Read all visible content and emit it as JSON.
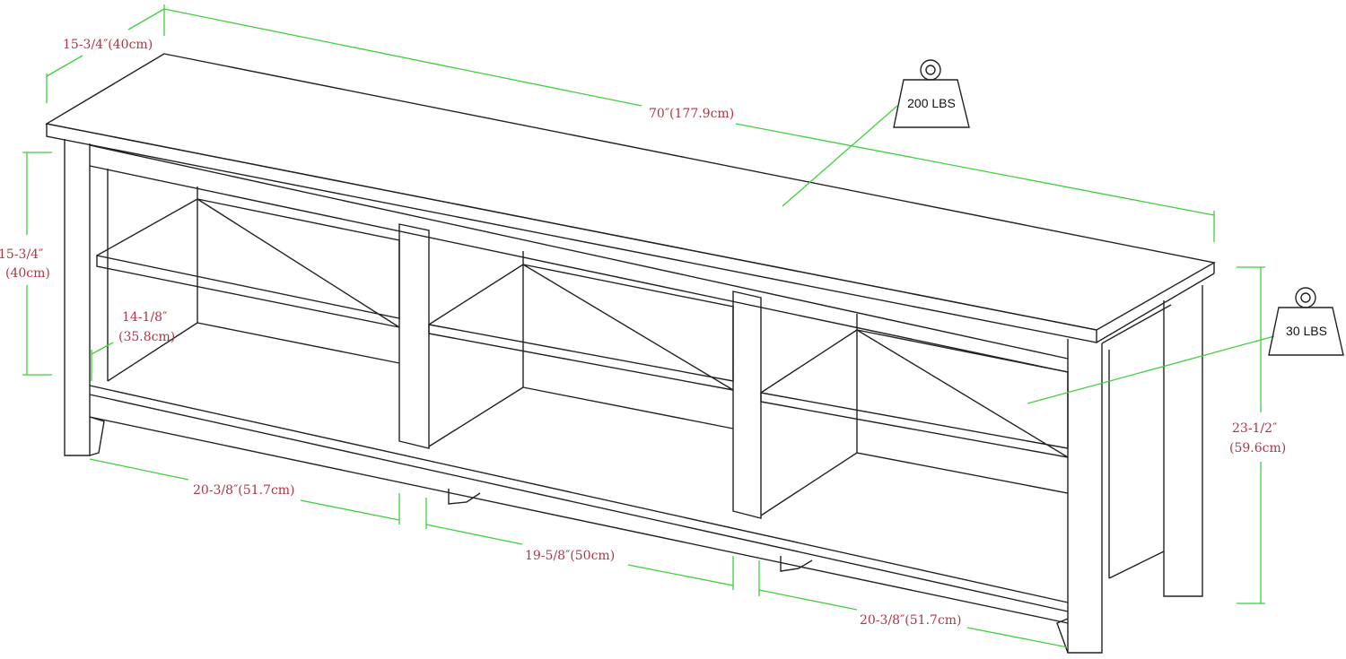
{
  "dimensions": {
    "depth_top": "15-3/4″(40cm)",
    "width_total": "70″(177.9cm)",
    "side_height_line1": "15-3/4″",
    "side_height_line2": "(40cm)",
    "shelf_depth_line1": "14-1/8″",
    "shelf_depth_line2": "(35.8cm)",
    "total_height_line1": "23-1/2″",
    "total_height_line2": "(59.6cm)",
    "left_cubby": "20-3/8″(51.7cm)",
    "middle_cubby": "19-5/8″(50cm)",
    "right_cubby": "20-3/8″(51.7cm)"
  },
  "weights": {
    "top_capacity": "200 LBS",
    "shelf_capacity": "30 LBS"
  },
  "colors": {
    "dimension_line": "#3fcf3f",
    "label_text": "#b03545",
    "outline": "#222222"
  }
}
